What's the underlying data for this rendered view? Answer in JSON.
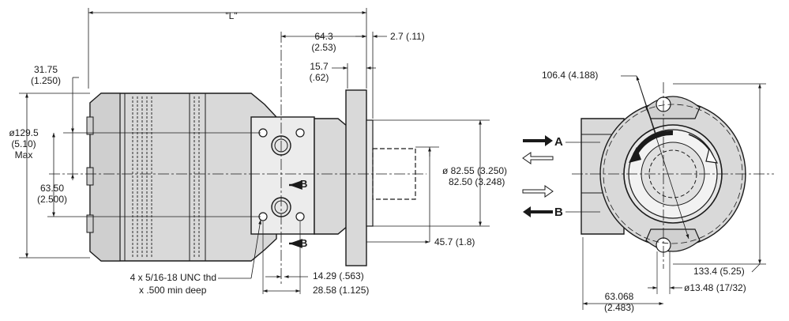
{
  "side_view": {
    "overall_length": "\"L\"",
    "dim_64_3": {
      "mm": "64.3",
      "in": "(2.53)"
    },
    "dim_2_7": "2.7 (.11)",
    "dim_15_7": {
      "mm": "15.7",
      "in": "(.62)"
    },
    "dim_31_75": {
      "mm": "31.75",
      "in": "(1.250)"
    },
    "dim_129_5": {
      "mm": "ø129.5",
      "in": "(5.10)",
      "note": "Max"
    },
    "dim_63_50": {
      "mm": "63.50",
      "in": "(2.500)"
    },
    "dim_pilot": {
      "line1": "ø 82.55 (3.250)",
      "line2": "82.50 (3.248)"
    },
    "dim_45_7": "45.7 (1.8)",
    "dim_14_29": "14.29 (.563)",
    "dim_28_58": "28.58 (1.125)",
    "thread_note": {
      "line1": "4 x 5/16-18 UNC thd",
      "line2": "x .500 min deep"
    },
    "port_b_upper": "B",
    "port_b_lower": "B"
  },
  "end_view": {
    "dim_106_4": "106.4 (4.188)",
    "port_a": "A",
    "port_b": "B",
    "dim_133_4": "133.4 (5.25)",
    "dim_13_48": "ø13.48 (17/32)",
    "dim_63_068": {
      "mm": "63.068",
      "in": "(2.483)"
    }
  }
}
